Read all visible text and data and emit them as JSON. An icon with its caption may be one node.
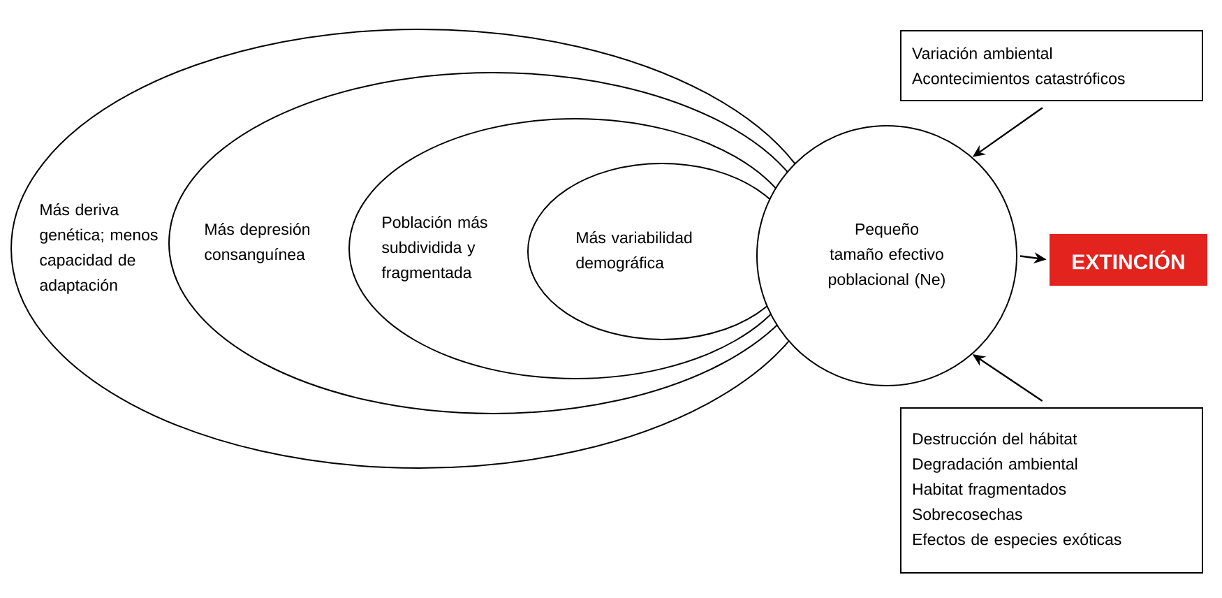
{
  "diagram": {
    "nodes": [
      {
        "text": [
          "Más deriva genética; menos capacidad de adaptación"
        ]
      },
      {
        "text": [
          "Más depresión consanguínea"
        ],
        "in": 0
      },
      {
        "text": [
          "Población más subdividida y fragmentada"
        ],
        "in": 1
      },
      {
        "text": [
          "Más variabilidad demográfica"
        ],
        "in": 2
      },
      {
        "text": [
          "Pequeño tamaño efectivo poblacional (Ne)"
        ]
      },
      {
        "text": [
          "Variación ambiental",
          "Acontecimientos catastróficos"
        ]
      },
      {
        "text": [
          "EXTINCIÓN"
        ]
      },
      {
        "text": [
          "Destrucción del hábitat",
          "Degradación ambiental",
          "Habitat fragmentados",
          "Sobrecosechas",
          "Efectos de especies exóticas"
        ]
      }
    ],
    "edges": [
      {
        "from": 5,
        "to": 4,
        "arrow": "to"
      },
      {
        "from": 4,
        "to": 6,
        "arrow": "to"
      },
      {
        "from": 7,
        "to": 4,
        "arrow": "to"
      }
    ]
  }
}
